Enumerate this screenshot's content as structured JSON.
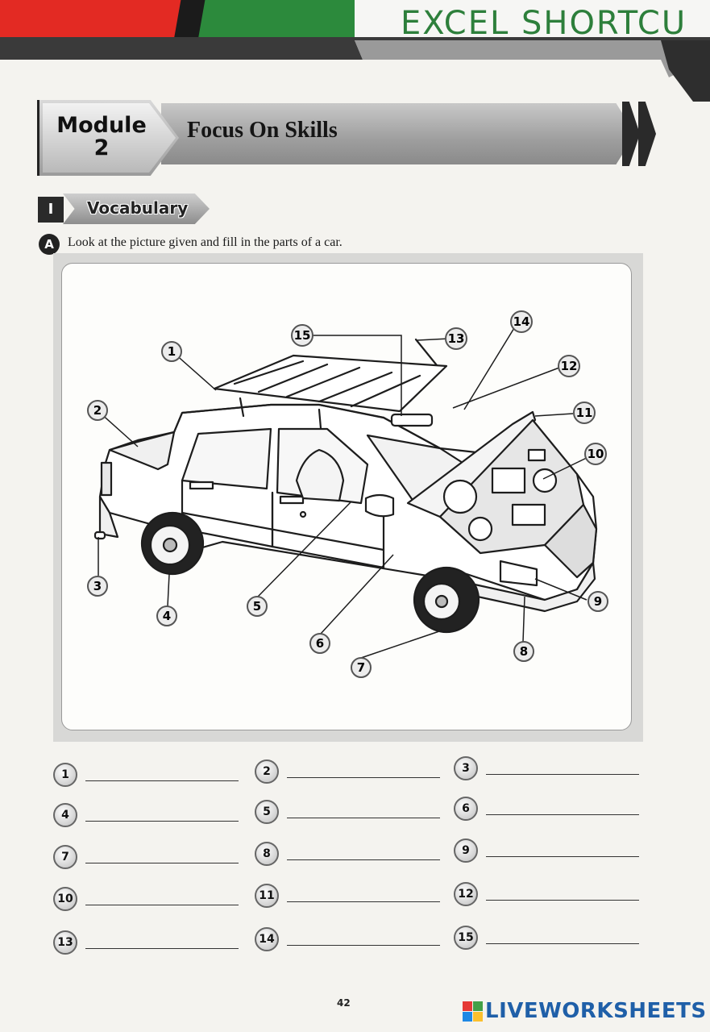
{
  "header": {
    "series_title": "EXCEL SHORTCU",
    "module_label": "Module",
    "module_number": "2",
    "page_title": "Focus On Skills"
  },
  "section": {
    "number": "I",
    "title": "Vocabulary"
  },
  "exercise": {
    "badge": "A",
    "instruction": "Look at the picture given and fill in the parts of a car."
  },
  "picture_labels": [
    "1",
    "2",
    "3",
    "4",
    "5",
    "6",
    "7",
    "8",
    "9",
    "10",
    "11",
    "12",
    "13",
    "14",
    "15"
  ],
  "answers": [
    {
      "number": "1",
      "value": ""
    },
    {
      "number": "2",
      "value": ""
    },
    {
      "number": "3",
      "value": ""
    },
    {
      "number": "4",
      "value": ""
    },
    {
      "number": "5",
      "value": ""
    },
    {
      "number": "6",
      "value": ""
    },
    {
      "number": "7",
      "value": ""
    },
    {
      "number": "8",
      "value": ""
    },
    {
      "number": "9",
      "value": ""
    },
    {
      "number": "10",
      "value": ""
    },
    {
      "number": "11",
      "value": ""
    },
    {
      "number": "12",
      "value": ""
    },
    {
      "number": "13",
      "value": ""
    },
    {
      "number": "14",
      "value": ""
    },
    {
      "number": "15",
      "value": ""
    }
  ],
  "footer": {
    "page_number": "42",
    "brand": "LIVEWORKSHEETS"
  },
  "colors": {
    "brand_blue": "#1f5fa8",
    "band_green": "#2c8a3c",
    "band_red": "#e32a23"
  }
}
